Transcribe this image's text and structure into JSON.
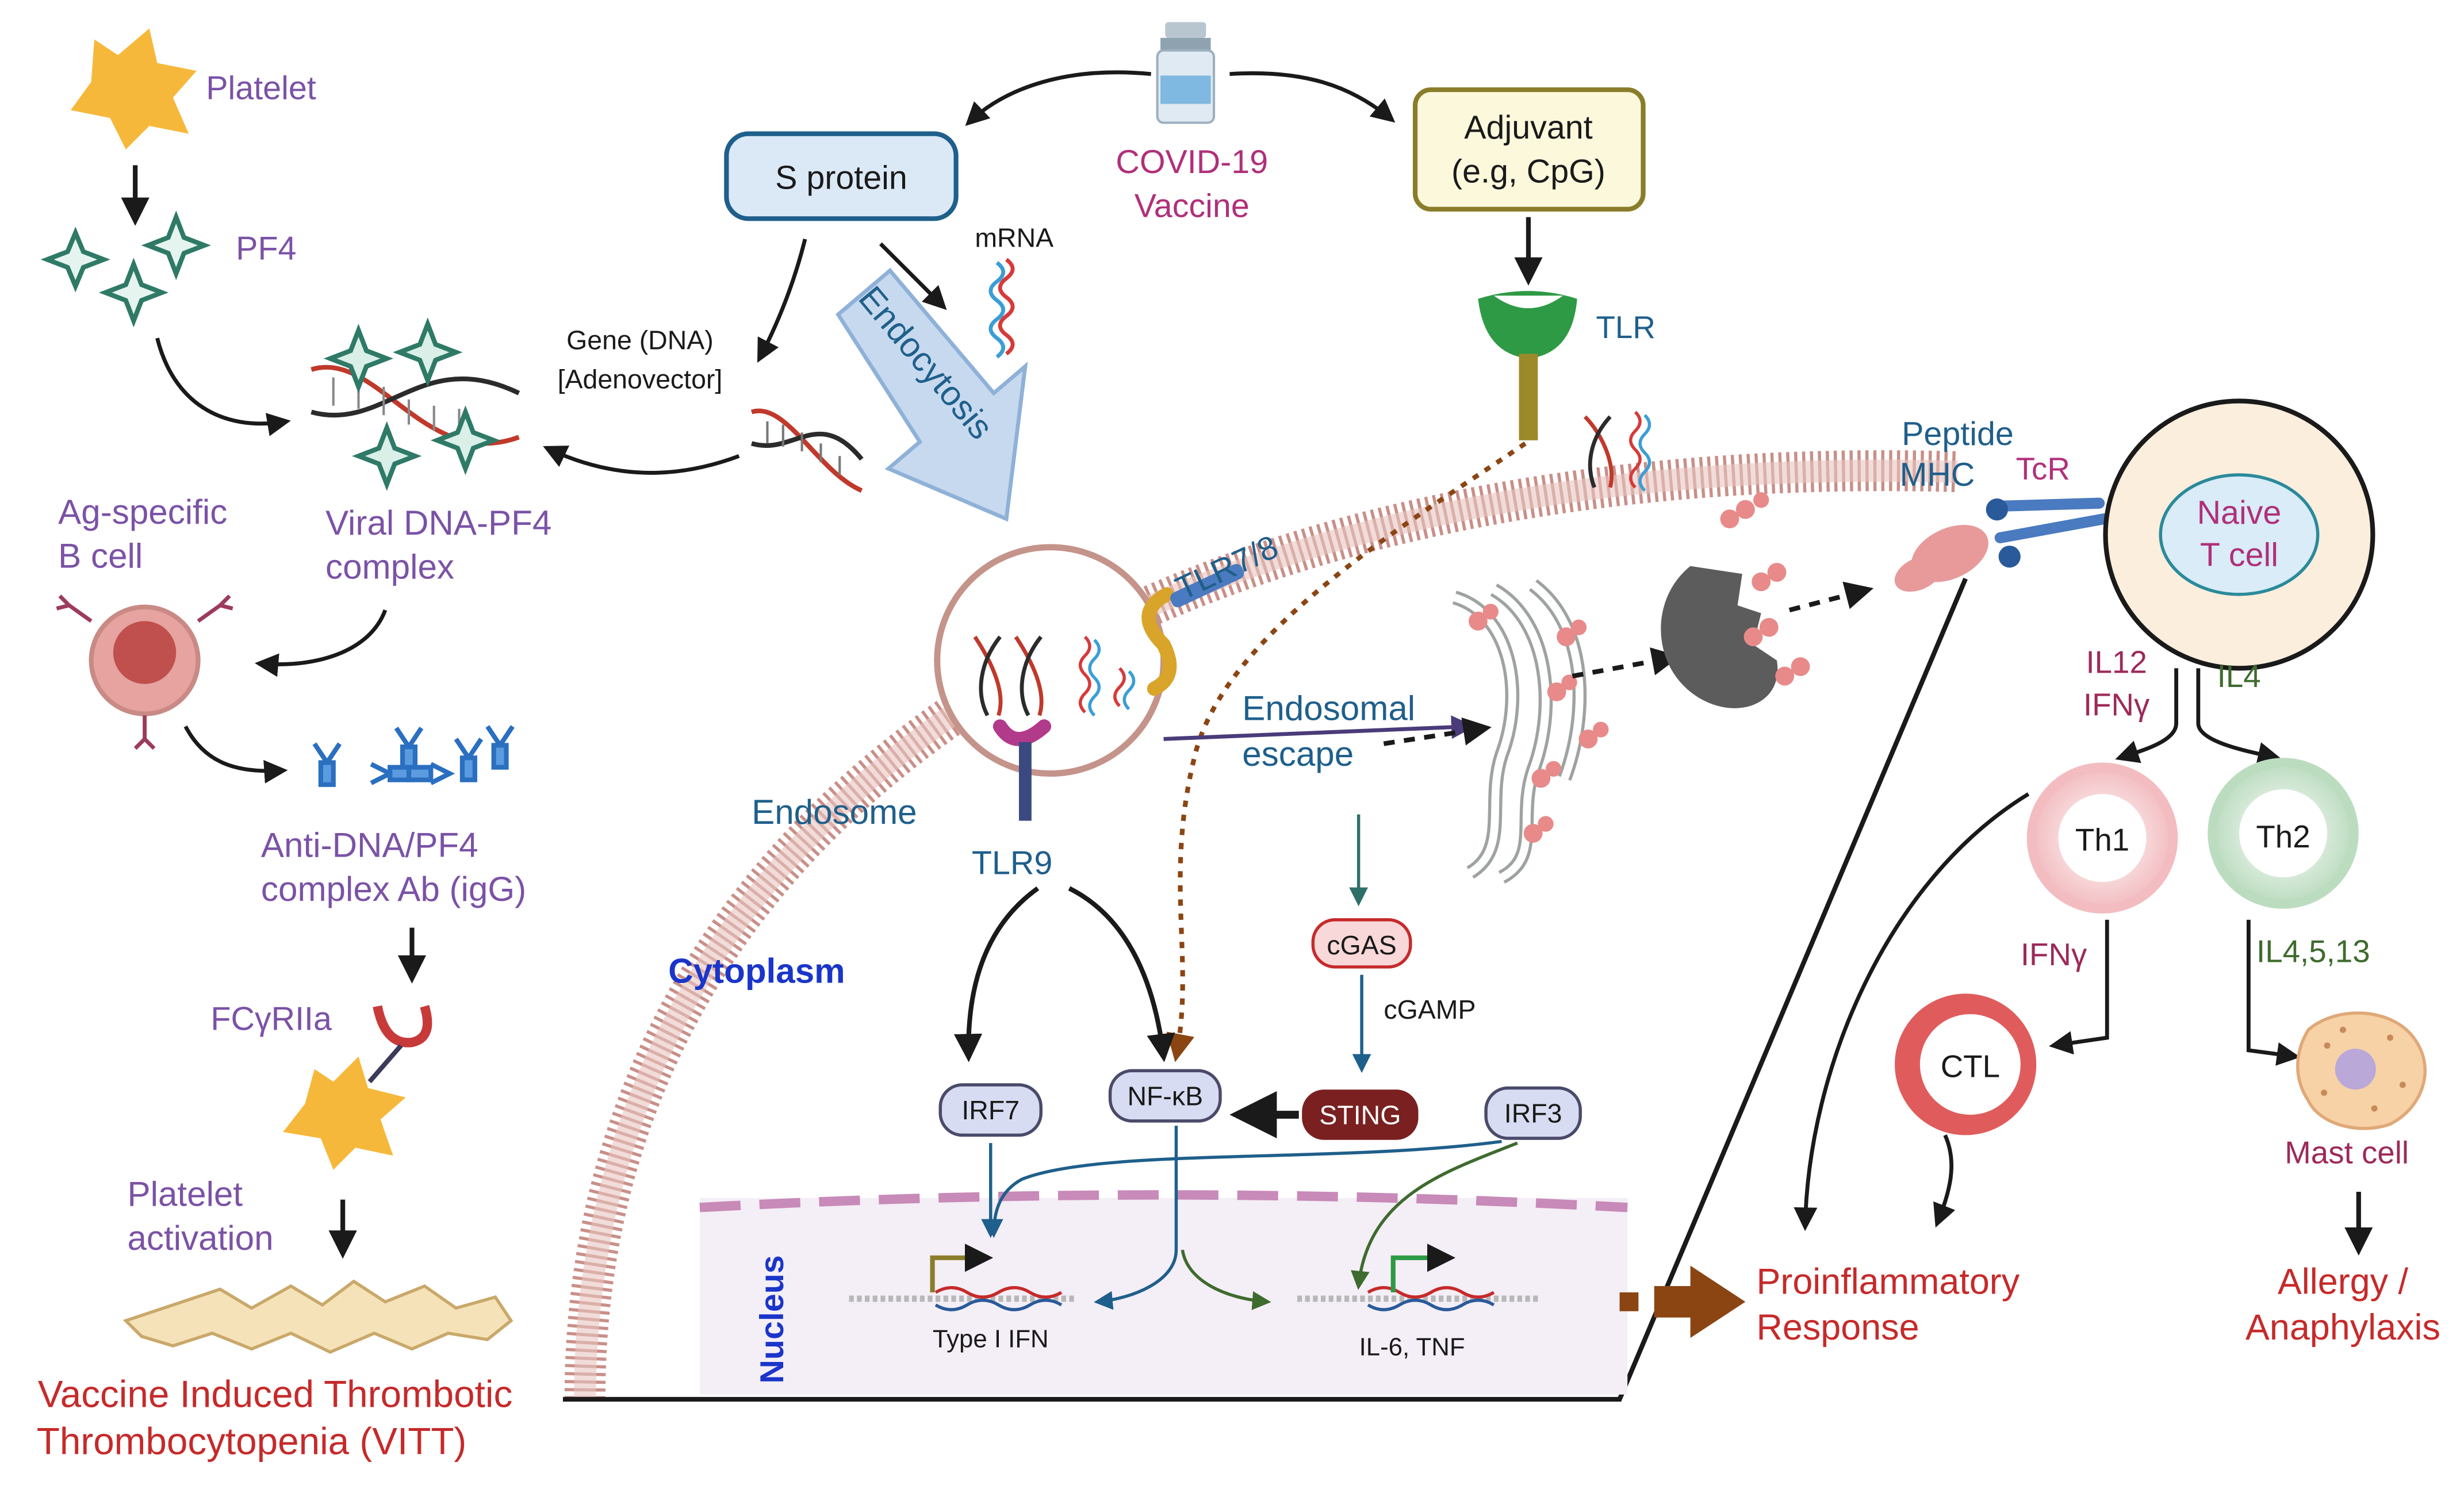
{
  "colors": {
    "purple": "#7b52a6",
    "magenta": "#b0307a",
    "red": "#c62a2a",
    "blue_text": "#1f5f8b",
    "green_text": "#3e6b2e",
    "dark_blue": "#1a35c9",
    "arrow": "#1a1a1a",
    "brown_dotted": "#8b4513",
    "membrane": "#d4a5a0"
  },
  "vaccine": {
    "line1": "COVID-19",
    "line2": "Vaccine"
  },
  "s_protein": {
    "label": "S protein"
  },
  "adjuvant": {
    "line1": "Adjuvant",
    "line2": "(e.g, CpG)"
  },
  "mrna": {
    "label": "mRNA"
  },
  "gene": {
    "line1": "Gene (DNA)",
    "line2": "[Adenovector]"
  },
  "endocytosis": {
    "label": "Endocytosis"
  },
  "tlr": {
    "label": "TLR"
  },
  "platelet": {
    "label": "Platelet"
  },
  "pf4": {
    "label": "PF4"
  },
  "viral_complex": {
    "line1": "Viral DNA-PF4",
    "line2": "complex"
  },
  "ag_bcell": {
    "line1": "Ag-specific",
    "line2": "B cell"
  },
  "antibody": {
    "line1": "Anti-DNA/PF4",
    "line2": "complex Ab (igG)"
  },
  "fcgr": {
    "label": "FCγRIIa"
  },
  "platelet_activation": {
    "line1": "Platelet",
    "line2": "activation"
  },
  "vitt": {
    "line1": "Vaccine Induced Thrombotic",
    "line2": "Thrombocytopenia (VITT)"
  },
  "tlr78": {
    "label": "TLR7/8"
  },
  "tlr9": {
    "label": "TLR9"
  },
  "endosome": {
    "label": "Endosome"
  },
  "endosomal_escape": {
    "line1": "Endosomal",
    "line2": "escape"
  },
  "cytoplasm": {
    "label": "Cytoplasm"
  },
  "cgas": {
    "label": "cGAS"
  },
  "cgamp": {
    "label": "cGAMP"
  },
  "sting": {
    "label": "STING"
  },
  "irf7": {
    "label": "IRF7"
  },
  "nfkb": {
    "label": "NF-κB"
  },
  "irf3": {
    "label": "IRF3"
  },
  "nucleus": {
    "label": "Nucleus"
  },
  "type1ifn": {
    "label": "Type I IFN"
  },
  "il6tnf": {
    "label": "IL-6, TNF"
  },
  "peptide_mhc": {
    "line1": "Peptide",
    "line2": "MHC"
  },
  "tcr": {
    "label": "TcR"
  },
  "naive_t": {
    "line1": "Naive",
    "line2": "T cell"
  },
  "il12": {
    "line1": "IL12",
    "line2": "IFNγ"
  },
  "il4": {
    "label": "IL4"
  },
  "th1": {
    "label": "Th1"
  },
  "th2": {
    "label": "Th2"
  },
  "ifng": {
    "label": "IFNγ"
  },
  "il4513": {
    "label": "IL4,5,13"
  },
  "ctl": {
    "label": "CTL"
  },
  "mast": {
    "label": "Mast cell"
  },
  "proinflammatory": {
    "line1": "Proinflammatory",
    "line2": "Response"
  },
  "allergy": {
    "line1": "Allergy /",
    "line2": "Anaphylaxis"
  }
}
